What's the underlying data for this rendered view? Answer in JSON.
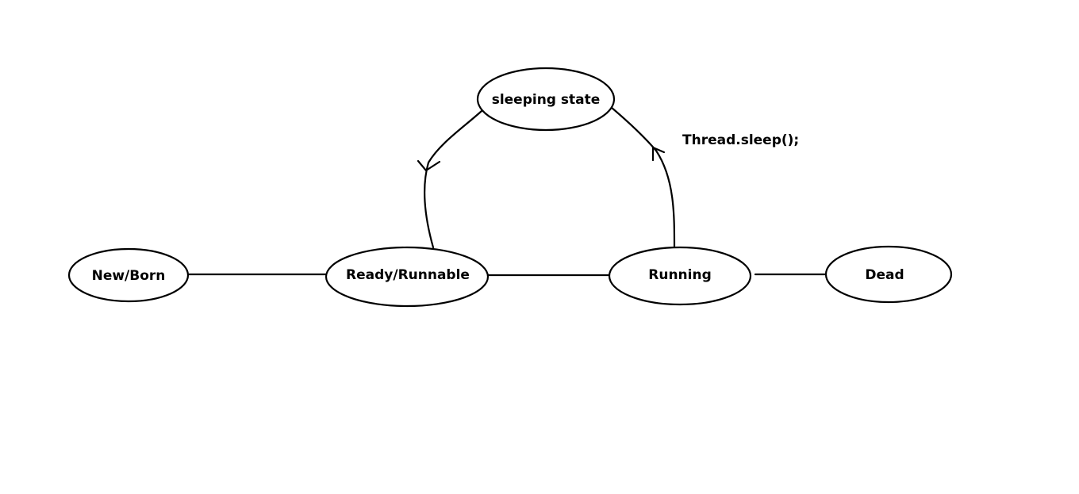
{
  "diagram": {
    "nodes": {
      "newborn": {
        "label": "New/Born"
      },
      "ready": {
        "label": "Ready/Runnable"
      },
      "running": {
        "label": "Running"
      },
      "dead": {
        "label": "Dead"
      },
      "sleeping": {
        "label": "sleeping state"
      }
    },
    "edges": {
      "running_to_sleeping": {
        "label": "Thread.sleep();"
      }
    },
    "colors": {
      "stroke": "#000000",
      "background": "#ffffff"
    }
  }
}
